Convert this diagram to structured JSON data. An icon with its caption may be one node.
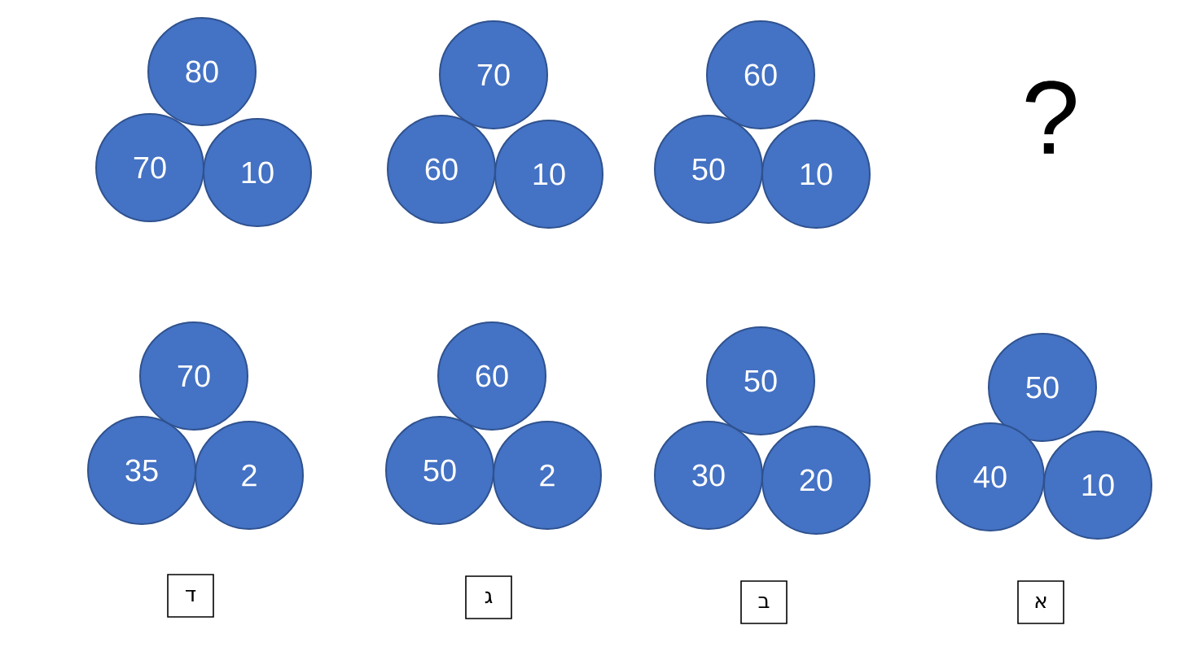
{
  "diagram": {
    "nodes": [
      {
        "text": [
          "80"
        ]
      },
      {
        "text": [
          "70"
        ]
      },
      {
        "text": [
          "10"
        ]
      },
      {
        "text": [
          "70"
        ]
      },
      {
        "text": [
          "60"
        ]
      },
      {
        "text": [
          "10"
        ]
      },
      {
        "text": [
          "60"
        ]
      },
      {
        "text": [
          "50"
        ]
      },
      {
        "text": [
          "10"
        ]
      },
      {
        "text": [
          "70"
        ]
      },
      {
        "text": [
          "35"
        ]
      },
      {
        "text": [
          "2"
        ]
      },
      {
        "text": [
          "60"
        ]
      },
      {
        "text": [
          "50"
        ]
      },
      {
        "text": [
          "2"
        ]
      },
      {
        "text": [
          "50"
        ]
      },
      {
        "text": [
          "30"
        ]
      },
      {
        "text": [
          "20"
        ]
      },
      {
        "text": [
          "50"
        ]
      },
      {
        "text": [
          "40"
        ]
      },
      {
        "text": [
          "10"
        ]
      },
      {
        "text": [
          "ד"
        ]
      },
      {
        "text": [
          "ג"
        ]
      },
      {
        "text": [
          "ב"
        ]
      },
      {
        "text": [
          "א"
        ]
      }
    ],
    "labels": [
      "?"
    ]
  }
}
